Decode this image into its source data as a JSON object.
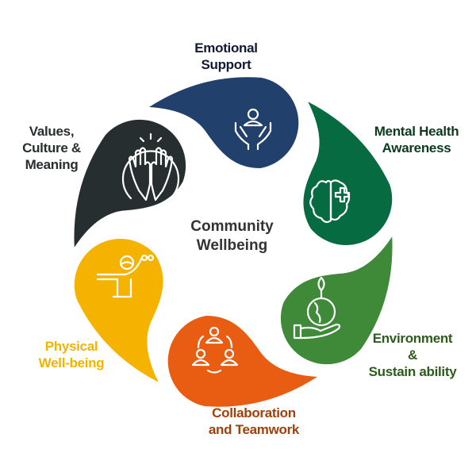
{
  "center": {
    "line1": "Community",
    "line2": "Wellbeing"
  },
  "segments": [
    {
      "id": "emotional",
      "line1": "Emotional",
      "line2": "Support",
      "color": "#22406c",
      "label_color": "#101a33",
      "icon": "caring-hands-icon"
    },
    {
      "id": "mental",
      "line1": "Mental Health",
      "line2": "Awareness",
      "color": "#076b41",
      "label_color": "#0c3a1e",
      "icon": "brain-plus-icon"
    },
    {
      "id": "environment",
      "line1": "Environment",
      "line2": "&",
      "line3": "Sustain ability",
      "color": "#3f8a38",
      "label_color": "#2c5c1c",
      "icon": "hand-globe-plant-icon"
    },
    {
      "id": "collaboration",
      "line1": "Collaboration",
      "line2": "and Teamwork",
      "color": "#e85d12",
      "label_color": "#a0400a",
      "icon": "team-circle-icon"
    },
    {
      "id": "physical",
      "line1": "Physical",
      "line2": "Well-being",
      "color": "#f5b300",
      "label_color": "#f5b300",
      "icon": "person-dumbbell-icon"
    },
    {
      "id": "values",
      "line1": "Values,",
      "line2": "Culture &",
      "line3": "Meaning",
      "color": "#262e30",
      "label_color": "#262e30",
      "icon": "high-five-icon"
    }
  ]
}
